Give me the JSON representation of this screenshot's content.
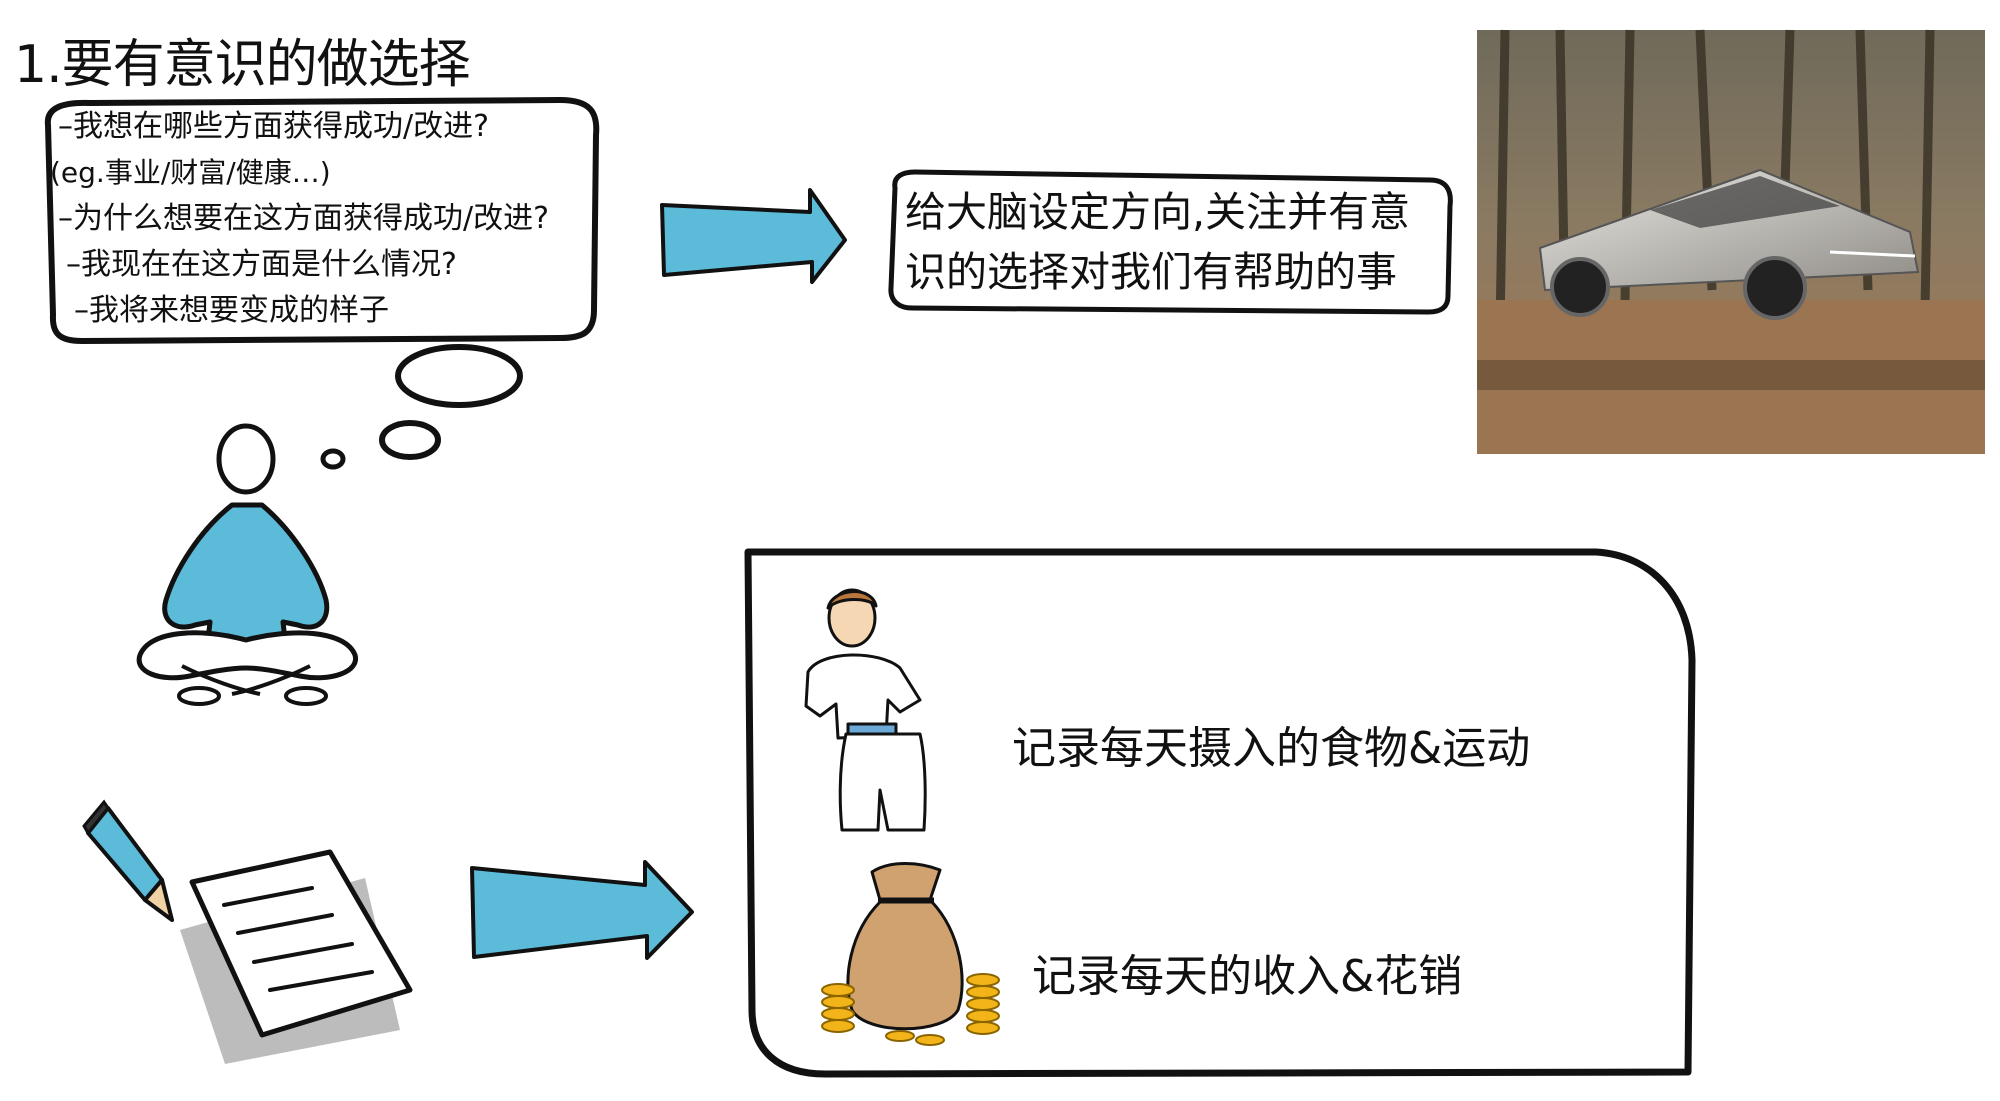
{
  "title": "1.要有意识的做选择",
  "thought_lines": [
    "–我想在哪些方面获得成功/改进?",
    "(eg.事业/财富/健康…)",
    "–为什么想要在这方面获得成功/改进?",
    "–我现在在这方面是什么情况?",
    "–我将来想要变成的样子"
  ],
  "brain_text": [
    "给大脑设定方向,关注并有意",
    "识的选择对我们有帮助的事"
  ],
  "record_items": [
    "记录每天摄入的食物&运动",
    "记录每天的收入&花销"
  ],
  "colors": {
    "accent_blue": "#5bbbd9",
    "ink": "#111111",
    "coin": "#f2b418",
    "sack": "#cfa270"
  },
  "icons": {
    "meditation": "meditating-person-icon",
    "car": "cybertruck-photo",
    "notes": "pencil-and-paper-icon",
    "fitness": "weight-loss-man-icon",
    "money": "money-bag-icon"
  }
}
